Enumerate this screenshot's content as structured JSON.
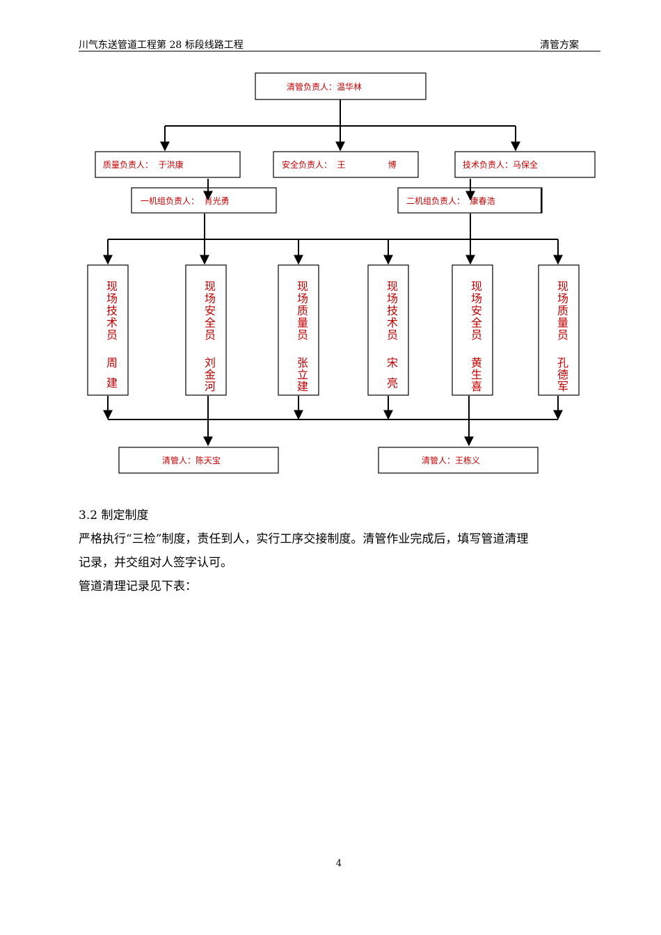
{
  "header": {
    "project": "川气东送管道工程第  28  标段线路工程",
    "doc_title": "清管方案"
  },
  "org_chart": {
    "leader": "清管负责人：温华林",
    "managers": {
      "quality": "质量负责人：  于洪康",
      "safety": "安全负责人：  王                博",
      "technical": "技术负责人：马保全"
    },
    "crews": {
      "crew1": "一机组负责人：  肖光勇",
      "crew2": "二机组负责人：  康春浩"
    },
    "staff": [
      {
        "role": "现场技术员",
        "name": "周建"
      },
      {
        "role": "现场安全员",
        "name": "刘金河"
      },
      {
        "role": "现场质量员",
        "name": "张立建"
      },
      {
        "role": "现场技术员",
        "name": "宋亮"
      },
      {
        "role": "现场安全员",
        "name": "黄生喜"
      },
      {
        "role": "现场质量员",
        "name": "孔德军"
      }
    ],
    "cleaners": {
      "cleaner1": "清管人：陈天宝",
      "cleaner2": "清管人：王栋义"
    },
    "colors": {
      "text": "#c00000",
      "lines": "#000000"
    }
  },
  "body": {
    "section_title": "3.2 制定制度",
    "para1": "严格执行“三检”制度，责任到人，实行工序交接制度。清管作业完成后，填写管道清理",
    "para2": "记录，并交组对人签字认可。",
    "para3": "管道清理记录见下表："
  },
  "footer": {
    "page_number": "4"
  }
}
